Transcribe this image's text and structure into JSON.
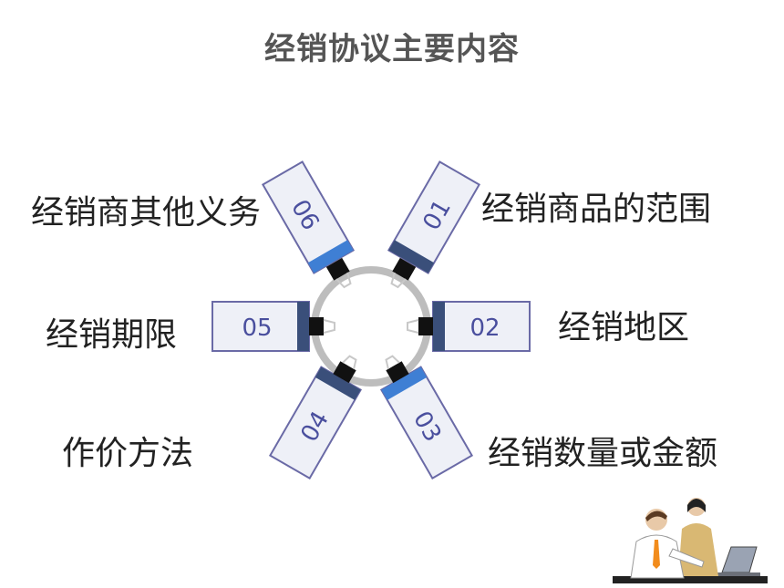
{
  "title": "经销协议主要内容",
  "items": [
    {
      "number": "01",
      "label": "经销商品的范围"
    },
    {
      "number": "02",
      "label": "经销地区"
    },
    {
      "number": "03",
      "label": "经销数量或金额"
    },
    {
      "number": "04",
      "label": "作价方法"
    },
    {
      "number": "05",
      "label": "经销期限"
    },
    {
      "number": "06",
      "label": "经销商其他义务"
    }
  ],
  "colors": {
    "card_fill": "#eef0f7",
    "card_border": "#6a6aa6",
    "number": "#4a4f9e",
    "accent_blue": "#3f7fd4",
    "accent_navy": "#3a4f7a",
    "ring": "#bdbdbd",
    "clip": "#111111"
  }
}
